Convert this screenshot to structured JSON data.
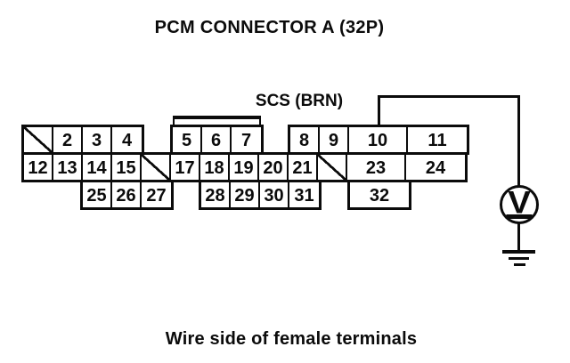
{
  "title": "PCM CONNECTOR A (32P)",
  "caption": "Wire side of female terminals",
  "wire": {
    "label": "SCS (BRN)",
    "signal": "SCS",
    "color_code": "BRN"
  },
  "meter": {
    "symbol": "V",
    "name": "voltmeter",
    "connected_to": "ground"
  },
  "icons": {
    "meter": "voltmeter-icon",
    "ground": "ground-icon",
    "blank_pin": "slash-blank-cell"
  },
  "pins": {
    "row1": [
      "",
      "2",
      "3",
      "4",
      "5",
      "6",
      "7",
      "8",
      "9",
      "10",
      "11"
    ],
    "row2": [
      "12",
      "13",
      "14",
      "15",
      "",
      "17",
      "18",
      "19",
      "20",
      "21",
      "",
      "23",
      "24"
    ],
    "row3": [
      "25",
      "26",
      "27",
      "28",
      "29",
      "30",
      "31",
      "32"
    ]
  }
}
